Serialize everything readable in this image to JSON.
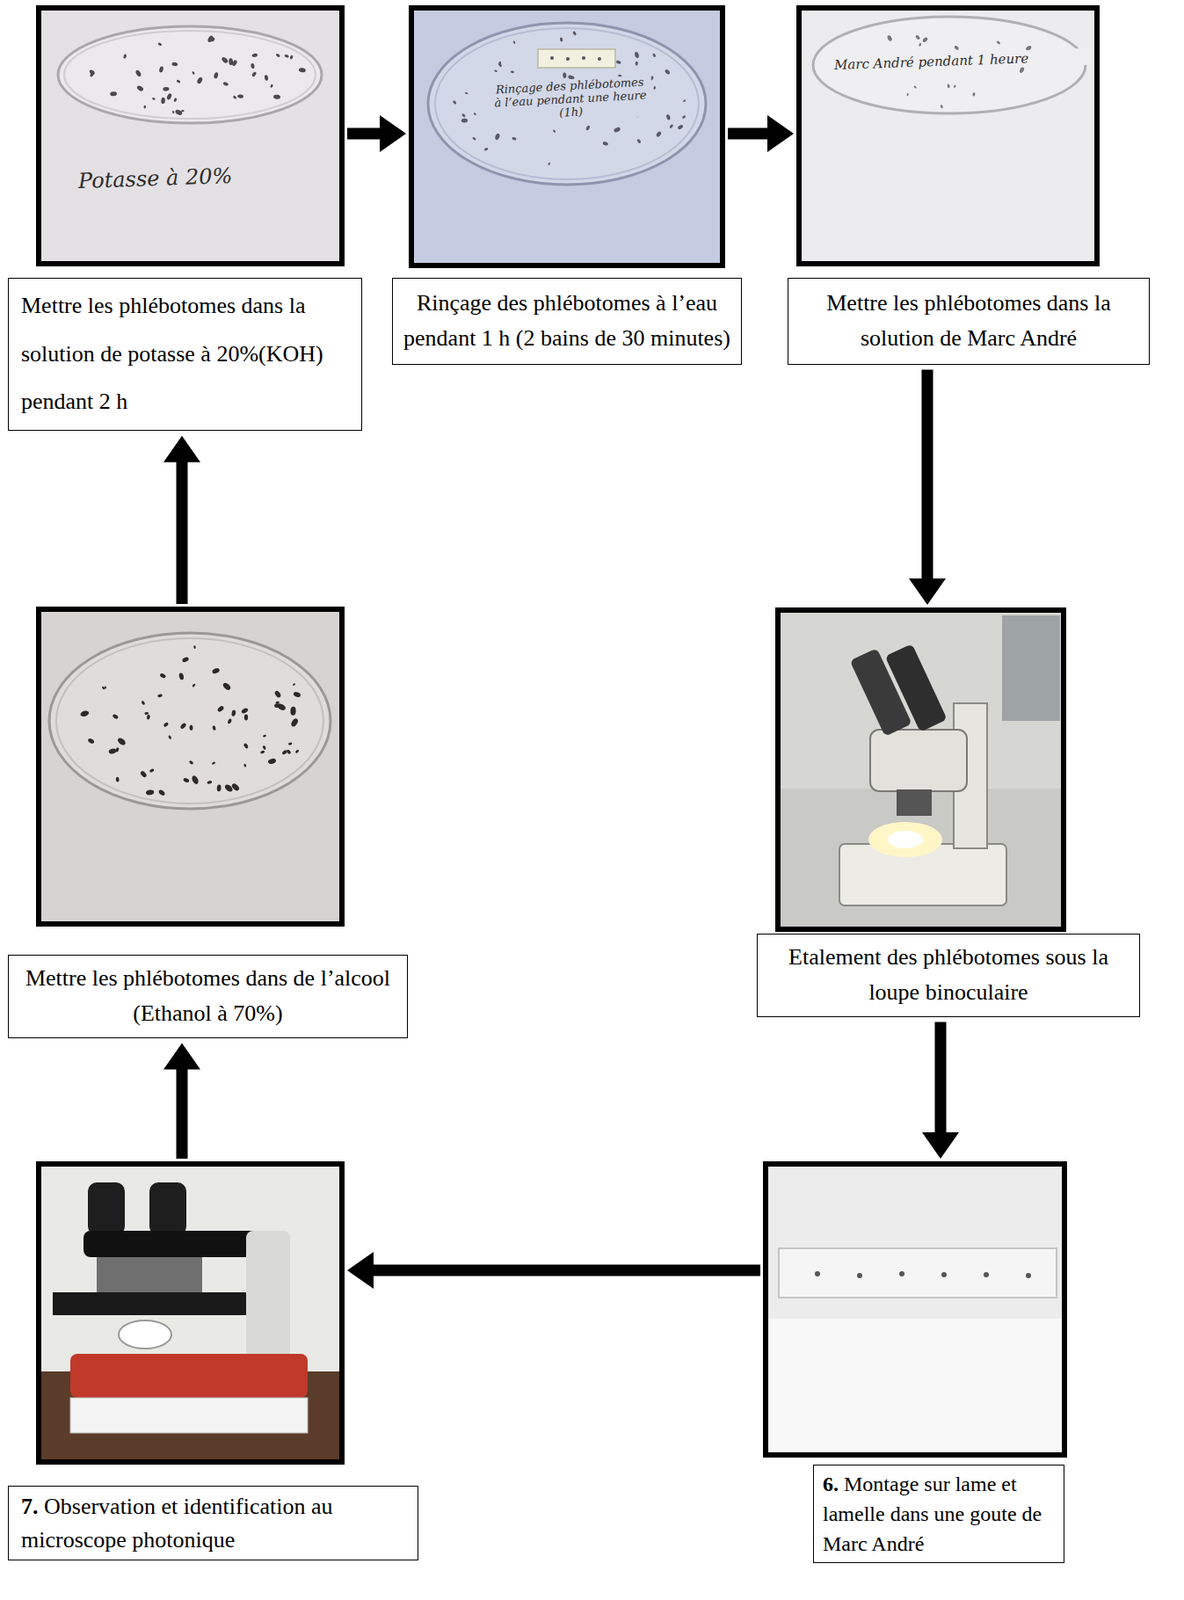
{
  "diagram": {
    "nodes": [
      {
        "text": [
          "Mettre les phlébotomes dans la solution de potasse à 20%(KOH) pendant 2 h"
        ]
      },
      {
        "text": [
          "Rinçage des phlébotomes à l’eau pendant 1 h (2 bains de 30 minutes)"
        ]
      },
      {
        "text": [
          "Mettre les phlébotomes dans la solution de Marc André"
        ]
      },
      {
        "text": [
          "Mettre les phlébotomes dans de l’alcool (Ethanol à 70%)"
        ]
      },
      {
        "text": [
          "Etalement des phlébotomes sous la loupe binoculaire"
        ]
      },
      {
        "text": [
          "6.",
          "Montage sur lame et lamelle dans une goute de Marc André"
        ]
      },
      {
        "text": [
          "7.",
          "Observation et identification au microscope photonique"
        ]
      }
    ],
    "edges": [
      {
        "from": 0,
        "to": 1,
        "arrow": "to"
      },
      {
        "from": 1,
        "to": 2,
        "arrow": "to"
      },
      {
        "from": 2,
        "to": 4,
        "arrow": "to"
      },
      {
        "from": 4,
        "to": 5,
        "arrow": "to"
      },
      {
        "from": 5,
        "to": 6,
        "arrow": "to"
      },
      {
        "from": 6,
        "to": 3,
        "arrow": "to"
      },
      {
        "from": 3,
        "to": 0,
        "arrow": "to"
      }
    ],
    "labels": [
      "Potasse à 20%",
      "Rinçage des phlébotomes à l’eau pendant une heure (1h)",
      "Marc André pendant 1 heure"
    ]
  }
}
